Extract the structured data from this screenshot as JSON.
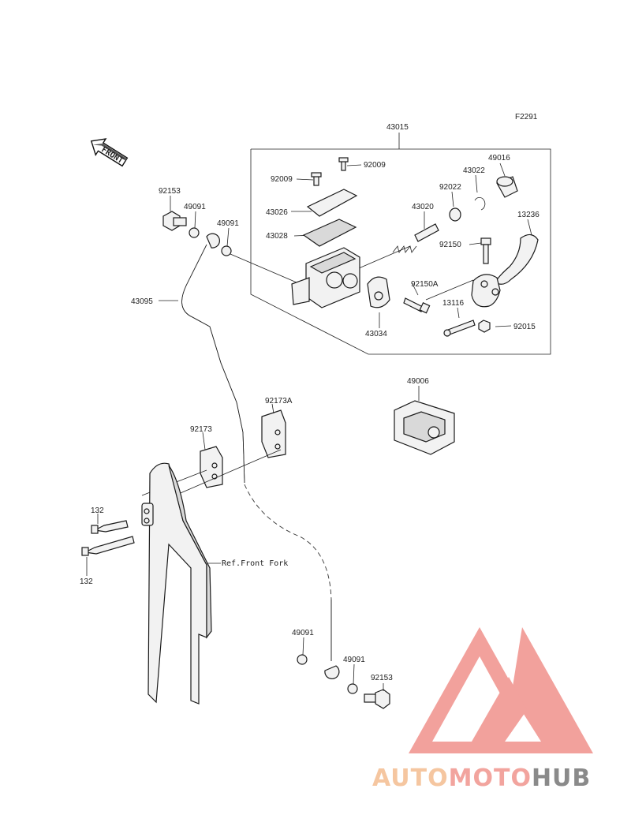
{
  "figure_code": "F2291",
  "front_label": "FRONT",
  "parts": {
    "assembly": "43015",
    "screw_a": "92009",
    "screw_b": "92009",
    "cap": "43026",
    "diaphragm": "43028",
    "piston_assy": "43020",
    "washer": "92022",
    "circlip": "43022",
    "boot": "49016",
    "lever": "13236",
    "pivot_bolt": "92150",
    "clamp_bolt": "92150A",
    "clamp": "43034",
    "push_rod": "13116",
    "nut": "92015",
    "cover": "49006",
    "banjo_bolt_top": "92153",
    "washer_top_1": "49091",
    "washer_top_2": "49091",
    "hose": "43095",
    "clamp_top": "92173A",
    "clamp_mid": "92173",
    "bolt_upper": "132",
    "bolt_lower": "132",
    "washer_bottom_1": "49091",
    "washer_bottom_2": "49091",
    "banjo_bolt_bottom": "92153"
  },
  "ref_front_fork": "Ref.Front Fork",
  "brand": {
    "part1": "AUTO",
    "part2": "MOTO",
    "part3": "HUB",
    "color_auto": "#f5c6a0",
    "color_moto": "#f2a49e",
    "color_hub": "#8a8a8a",
    "color_mark": "#f08a84"
  }
}
